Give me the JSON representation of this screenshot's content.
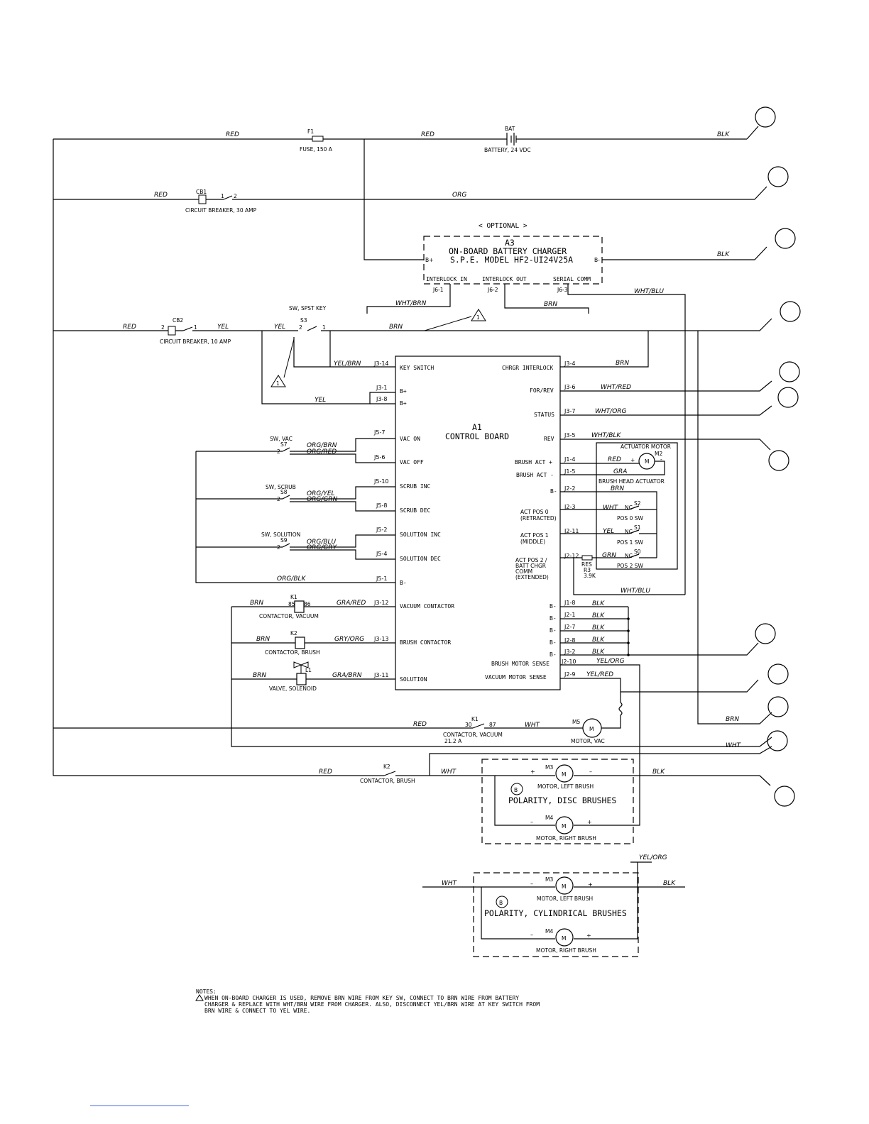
{
  "components": {
    "fuse": {
      "ref": "F1",
      "desc": "FUSE, 150 A"
    },
    "battery": {
      "ref": "BAT",
      "desc": "BATTERY, 24 VDC"
    },
    "cb1": {
      "ref": "CB1",
      "desc": "CIRCUIT BREAKER, 30 AMP",
      "p1": "1",
      "p2": "2"
    },
    "cb2": {
      "ref": "CB2",
      "desc": "CIRCUIT BREAKER, 10 AMP",
      "p1": "2",
      "p2": "1"
    },
    "key_switch": {
      "title": "SW, SPST KEY",
      "ref": "S3",
      "p1": "2",
      "p2": "1"
    },
    "charger": {
      "optional": "< OPTIONAL >",
      "ref": "A3",
      "line1": "ON-BOARD BATTERY CHARGER",
      "line2": "S.P.E. MODEL HF2-UI24V25A",
      "bplus": "B+",
      "bminus": "B-",
      "interlock_in": "INTERLOCK IN",
      "interlock_out": "INTERLOCK OUT",
      "serial_comm": "SERIAL COMM",
      "j61": "J6-1",
      "j62": "J6-2",
      "j63": "J6-3"
    },
    "control_board": {
      "ref": "A1",
      "name": "CONTROL BOARD"
    },
    "sw_vac": {
      "title": "SW, VAC",
      "ref": "S7"
    },
    "sw_scrub": {
      "title": "SW, SCRUB",
      "ref": "S8"
    },
    "sw_solution": {
      "title": "SW, SOLUTION",
      "ref": "S9"
    },
    "k1": {
      "ref": "K1",
      "desc": "CONTACTOR, VACUUM",
      "p85": "85",
      "p86": "86"
    },
    "k2": {
      "ref": "K2",
      "desc": "CONTACTOR, BRUSH"
    },
    "l1": {
      "ref": "L1",
      "desc": "VALVE, SOLENOID"
    },
    "k1_contact": {
      "ref": "K1",
      "p30": "30",
      "p87": "87",
      "desc": "CONTACTOR, VACUUM",
      "current": "21.2 A"
    },
    "m5": {
      "ref": "M5",
      "desc": "MOTOR, VAC",
      "symbol": "M"
    },
    "k2_contact": {
      "ref": "K2",
      "desc": "CONTACTOR, BRUSH"
    },
    "actuator": {
      "title": "ACTUATOR MOTOR",
      "ref": "M2",
      "sub": "BRUSH HEAD ACTUATOR",
      "symbol": "M"
    },
    "s2": {
      "ref": "S2",
      "nc": "NC",
      "pos": "POS 0 SW"
    },
    "s1": {
      "ref": "S1",
      "nc": "NC",
      "pos": "POS 1 SW"
    },
    "s0": {
      "ref": "S0",
      "nc": "NC",
      "pos": "POS 2 SW"
    },
    "r3": {
      "ref1": "RES",
      "ref2": "R3",
      "value": "3.9K"
    },
    "disc": {
      "m3": "M3",
      "m3_desc": "MOTOR, LEFT BRUSH",
      "m4": "M4",
      "m4_desc": "MOTOR, RIGHT BRUSH",
      "badge": "B",
      "title": "POLARITY, DISC BRUSHES",
      "plus": "+",
      "minus": "–",
      "symbol": "M"
    },
    "cyl": {
      "m3": "M3",
      "m3_desc": "MOTOR, LEFT BRUSH",
      "m4": "M4",
      "m4_desc": "MOTOR, RIGHT BRUSH",
      "badge": "B",
      "title": "POLARITY, CYLINDRICAL BRUSHES",
      "plus": "+",
      "minus": "–",
      "symbol": "M"
    }
  },
  "board_left": [
    {
      "pin": "J3-14",
      "label": "KEY SWITCH"
    },
    {
      "pin": "J3-1",
      "label": "B+"
    },
    {
      "pin": "J3-8",
      "label": "B+"
    },
    {
      "pin": "J5-7",
      "label": "VAC ON"
    },
    {
      "pin": "J5-6",
      "label": "VAC OFF"
    },
    {
      "pin": "J5-10",
      "label": "SCRUB INC"
    },
    {
      "pin": "J5-8",
      "label": "SCRUB DEC"
    },
    {
      "pin": "J5-2",
      "label": "SOLUTION INC"
    },
    {
      "pin": "J5-4",
      "label": "SOLUTION DEC"
    },
    {
      "pin": "J5-1",
      "label": "B-"
    },
    {
      "pin": "J3-12",
      "label": "VACUUM CONTACTOR"
    },
    {
      "pin": "J3-13",
      "label": "BRUSH CONTACTOR"
    },
    {
      "pin": "J3-11",
      "label": "SOLUTION"
    }
  ],
  "board_right": [
    {
      "pin": "J3-4",
      "label": "CHRGR INTERLOCK"
    },
    {
      "pin": "J3-6",
      "label": "FOR/REV"
    },
    {
      "pin": "J3-7",
      "label": "STATUS"
    },
    {
      "pin": "J3-5",
      "label": "REV"
    },
    {
      "pin": "J1-4",
      "label": "BRUSH ACT +"
    },
    {
      "pin": "J1-5",
      "label": "BRUSH ACT -"
    },
    {
      "pin": "J2-2",
      "label": "B-"
    },
    {
      "pin": "J2-3",
      "label": "ACT POS 0",
      "label2": "(RETRACTED)"
    },
    {
      "pin": "J2-11",
      "label": "ACT POS 1",
      "label2": "(MIDDLE)"
    },
    {
      "pin": "J2-12",
      "label": "ACT POS 2 /",
      "label2": "BATT CHGR",
      "label3": "COMM",
      "label4": "(EXTENDED)"
    },
    {
      "pin": "J1-8",
      "label": "B-"
    },
    {
      "pin": "J2-1",
      "label": "B-"
    },
    {
      "pin": "J2-7",
      "label": "B-"
    },
    {
      "pin": "J2-8",
      "label": "B-"
    },
    {
      "pin": "J3-2",
      "label": "B-"
    },
    {
      "pin": "J2-10",
      "label": "BRUSH MOTOR SENSE"
    },
    {
      "pin": "J2-9",
      "label": "VACUUM MOTOR SENSE"
    }
  ],
  "wires": {
    "red1": "RED",
    "red2": "RED",
    "blk1": "BLK",
    "red3": "RED",
    "org1": "ORG",
    "blk2": "BLK",
    "red4": "RED",
    "yel1": "YEL",
    "yel2": "YEL",
    "brn1": "BRN",
    "whtbrn": "WHT/BRN",
    "brn2": "BRN",
    "whtblu1": "WHT/BLU",
    "yelbrn": "YEL/BRN",
    "yel3": "YEL",
    "brn3": "BRN",
    "whtred": "WHT/RED",
    "whtorg": "WHT/ORG",
    "whtblk": "WHT/BLK",
    "orgbrn": "ORG/BRN",
    "orgred": "ORG/RED",
    "orgyel": "ORG/YEL",
    "orggrn": "ORG/GRN",
    "orgblu": "ORG/BLU",
    "orggry": "ORG/GRY",
    "orgblk": "ORG/BLK",
    "red5": "RED",
    "gra": "GRA",
    "brn4": "BRN",
    "wht1": "WHT",
    "yel4": "YEL",
    "grn": "GRN",
    "whtblu2": "WHT/BLU",
    "brn5": "BRN",
    "grared": "GRA/RED",
    "brn6": "BRN",
    "gryorg": "GRY/ORG",
    "brn7": "BRN",
    "grabrn": "GRA/BRN",
    "blk3": "BLK",
    "blk4": "BLK",
    "blk5": "BLK",
    "blk6": "BLK",
    "blk7": "BLK",
    "yelorg1": "YEL/ORG",
    "yelred": "YEL/RED",
    "red6": "RED",
    "wht2": "WHT",
    "brn8": "BRN",
    "wht3": "WHT",
    "red7": "RED",
    "wht4": "WHT",
    "blk8": "BLK",
    "yelorg2": "YEL/ORG",
    "wht5": "WHT",
    "blk9": "BLK"
  },
  "notes": {
    "title": "NOTES:",
    "marker": "1",
    "line1": "WHEN ON-BOARD CHARGER IS USED, REMOVE BRN WIRE FROM KEY SW, CONNECT TO BRN WIRE FROM BATTERY",
    "line2": "CHARGER & REPLACE WITH WHT/BRN WIRE FROM CHARGER.  ALSO, DISCONNECT YEL/BRN WIRE AT KEY SWITCH FROM",
    "line3": "BRN WIRE & CONNECT TO YEL WIRE."
  }
}
